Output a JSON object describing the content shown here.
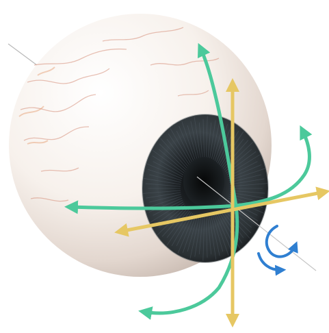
{
  "colors": {
    "background": "#ffffff",
    "sclera_light": "#fbf7f3",
    "sclera_shadow": "#cfc3bb",
    "vein": "#d68f7a",
    "iris_dark": "#15171a",
    "iris_mid": "#3a4247",
    "iris_rim": "#6f787c",
    "pupil": "#0b0c0d",
    "axis_line": "#b9b9b9",
    "green_arrows": "#4cc99b",
    "yellow_arrows": "#e6c763",
    "blue_arrows": "#2f7fd1"
  },
  "icons": {
    "eyeball": "eyeball-illustration",
    "vertical_axis": "double-headed-arrow-vertical",
    "horizontal_axis": "double-headed-arrow-horizontal",
    "rotation_curves": "curved-rotation-arrows",
    "torsion": "circular-torsion-arrow"
  }
}
